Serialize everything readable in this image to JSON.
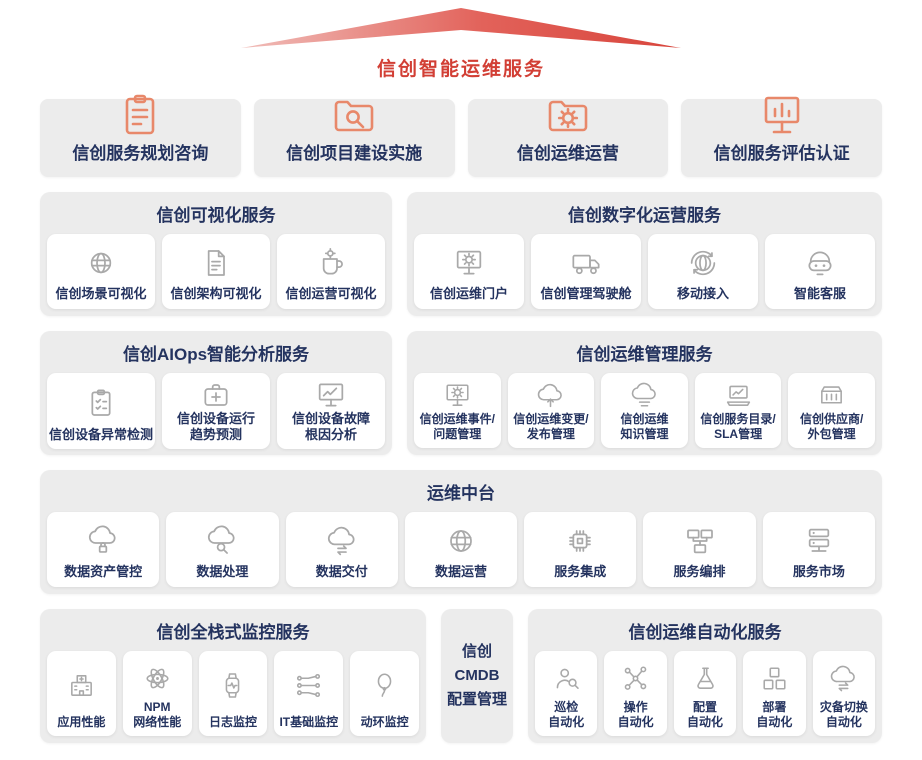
{
  "colors": {
    "accent_red": "#d23f35",
    "navy": "#24335f",
    "panel_gray": "#ececec",
    "icon_gray": "#a9a9a9",
    "icon_orange": "#e8886a",
    "roof_gradient_start": "#f0bdb9",
    "roof_gradient_end": "#d8453c"
  },
  "header": {
    "title": "信创智能运维服务"
  },
  "top_services": [
    {
      "label": "信创服务规划咨询",
      "icon": "clipboard-pencil-icon"
    },
    {
      "label": "信创项目建设实施",
      "icon": "folder-search-icon"
    },
    {
      "label": "信创运维运营",
      "icon": "folder-gear-icon"
    },
    {
      "label": "信创服务评估认证",
      "icon": "presentation-chart-icon"
    }
  ],
  "panels": {
    "visualization": {
      "title": "信创可视化服务",
      "items": [
        {
          "label": "信创场景可视化",
          "icon": "globe-sync-icon"
        },
        {
          "label": "信创架构可视化",
          "icon": "document-blueprint-icon"
        },
        {
          "label": "信创运营可视化",
          "icon": "cup-gear-icon"
        }
      ]
    },
    "digital_ops": {
      "title": "信创数字化运营服务",
      "items": [
        {
          "label": "信创运维门户",
          "icon": "monitor-gear-icon"
        },
        {
          "label": "信创管理驾驶舱",
          "icon": "truck-icon"
        },
        {
          "label": "移动接入",
          "icon": "globe-arrows-icon"
        },
        {
          "label": "智能客服",
          "icon": "robot-headset-icon"
        }
      ]
    },
    "aiops": {
      "title": "信创AIOps智能分析服务",
      "items": [
        {
          "label": "信创设备异常检测",
          "icon": "checklist-icon"
        },
        {
          "label": "信创设备运行\n趋势预测",
          "icon": "medical-device-icon"
        },
        {
          "label": "信创设备故障\n根因分析",
          "icon": "monitor-chart-icon"
        }
      ]
    },
    "ops_management": {
      "title": "信创运维管理服务",
      "items": [
        {
          "label": "信创运维事件/\n问题管理",
          "icon": "screen-gears-icon"
        },
        {
          "label": "信创运维变更/\n发布管理",
          "icon": "cloud-upload-icon"
        },
        {
          "label": "信创运维\n知识管理",
          "icon": "cloud-list-icon"
        },
        {
          "label": "信创服务目录/\nSLA管理",
          "icon": "laptop-chart-icon"
        },
        {
          "label": "信创供应商/\n外包管理",
          "icon": "container-icon"
        }
      ]
    },
    "middle_platform": {
      "title": "运维中台",
      "items": [
        {
          "label": "数据资产管控",
          "icon": "cloud-lock-icon"
        },
        {
          "label": "数据处理",
          "icon": "cloud-search-icon"
        },
        {
          "label": "数据交付",
          "icon": "cloud-transfer-icon"
        },
        {
          "label": "数据运营",
          "icon": "globe-network-icon"
        },
        {
          "label": "服务集成",
          "icon": "chip-icon"
        },
        {
          "label": "服务编排",
          "icon": "monitors-network-icon"
        },
        {
          "label": "服务市场",
          "icon": "server-share-icon"
        }
      ]
    },
    "monitoring": {
      "title": "信创全栈式监控服务",
      "items": [
        {
          "label": "应用性能",
          "icon": "hospital-building-icon"
        },
        {
          "label": "NPM\n网络性能",
          "icon": "atom-icon"
        },
        {
          "label": "日志监控",
          "icon": "smartwatch-pulse-icon"
        },
        {
          "label": "IT基础监控",
          "icon": "circuit-icon"
        },
        {
          "label": "动环监控",
          "icon": "balloon-icon"
        }
      ]
    },
    "cmdb": {
      "label": "信创\nCMDB\n配置管理"
    },
    "automation": {
      "title": "信创运维自动化服务",
      "items": [
        {
          "label": "巡检\n自动化",
          "icon": "person-search-icon"
        },
        {
          "label": "操作\n自动化",
          "icon": "nodes-icon"
        },
        {
          "label": "配置\n自动化",
          "icon": "flask-icon"
        },
        {
          "label": "部署\n自动化",
          "icon": "blocks-icon"
        },
        {
          "label": "灾备切换\n自动化",
          "icon": "cloud-failover-icon"
        }
      ]
    }
  }
}
